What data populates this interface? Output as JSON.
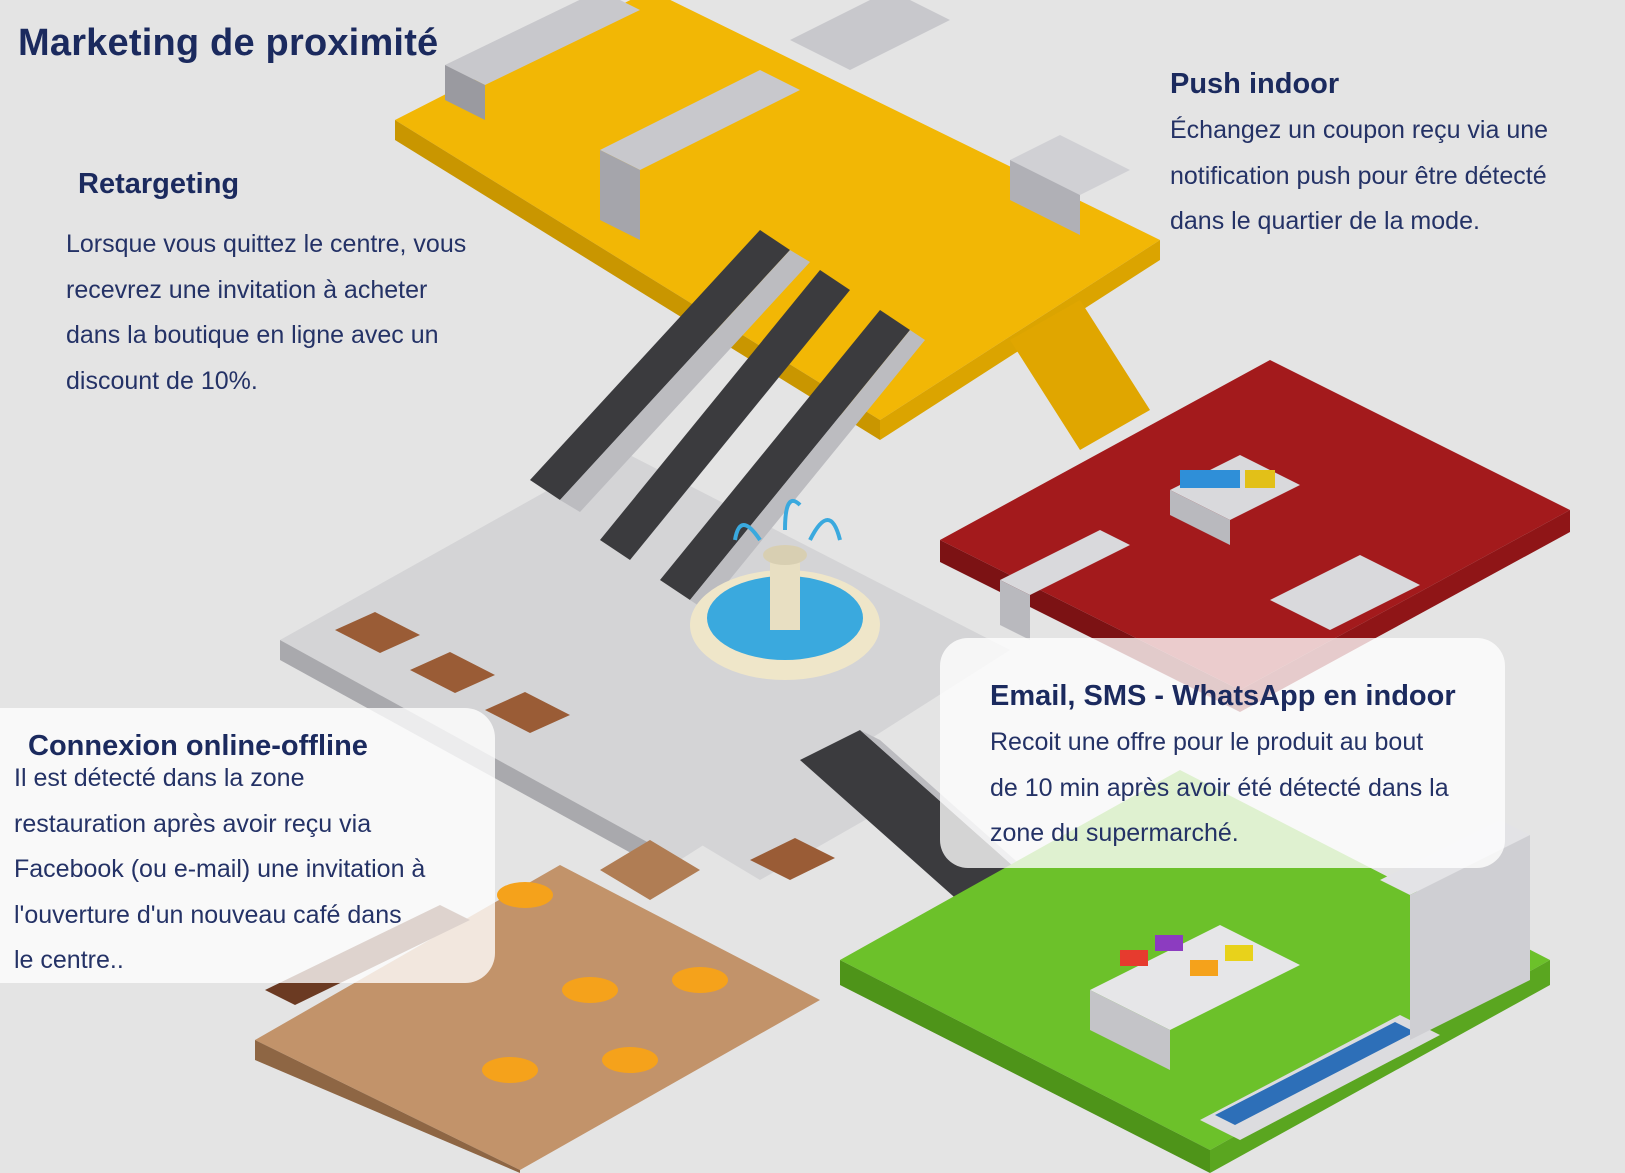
{
  "title": "Marketing de proximité",
  "blocks": {
    "retargeting": {
      "heading": "Retargeting",
      "body": "Lorsque vous quittez le centre, vous\nrecevrez une invitation à acheter\ndans la boutique en ligne avec un\ndiscount de 10%."
    },
    "push_indoor": {
      "heading": "Push indoor",
      "body": "Échangez un coupon reçu via une\nnotification push pour être détecté\ndans le quartier de la mode."
    },
    "connexion": {
      "heading": "Connexion online-offline",
      "body": "Il est détecté dans la zone\nrestauration après avoir reçu via\nFacebook (ou e-mail) une invitation à\nl'ouverture d'un nouveau café dans\nle centre.."
    },
    "email_sms": {
      "heading": "Email, SMS - WhatsApp en indoor",
      "body": "Recoit une offre pour le produit au bout\nde 10 min après avoir été détecté dans la\nzone du supermarché."
    }
  },
  "colors": {
    "electronics_floor": "#f2b705",
    "fashion_floor": "#a31a1c",
    "atrium_floor": "#d4d4d6",
    "food_court_floor": "#c2936a",
    "supermarket_floor": "#6cc12a",
    "text": "#1b2a5e",
    "water": "#3aa9de"
  }
}
